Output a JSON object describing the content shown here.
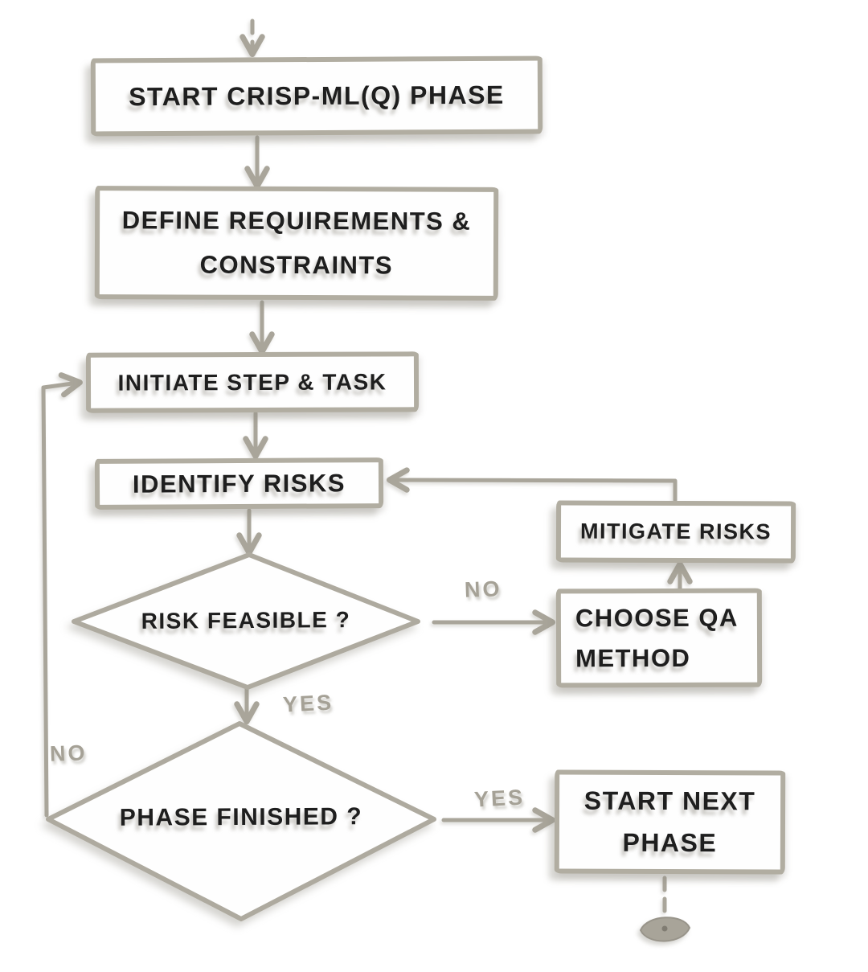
{
  "diagram": {
    "type": "flowchart",
    "topic": "CRISP-ML(Q) phase process",
    "style": "hand-drawn sketch"
  },
  "colors": {
    "background": "#ffffff",
    "line": "#a9a59a",
    "node_border": "#b1ada1",
    "node_fill": "#fefefe",
    "text": "#1e1e1e",
    "edge_label": "#a5a196"
  },
  "nodes": {
    "start_phase": {
      "label": "START CRISP-ML(Q) PHASE",
      "shape": "rect"
    },
    "define_requirements": {
      "label": "DEFINE REQUIREMENTS &\nCONSTRAINTS",
      "shape": "rect"
    },
    "initiate_step_task": {
      "label": "INITIATE STEP & TASK",
      "shape": "rect"
    },
    "identify_risks": {
      "label": "IDENTIFY RISKS",
      "shape": "rect"
    },
    "risk_feasible": {
      "label": "RISK FEASIBLE ?",
      "shape": "diamond"
    },
    "mitigate_risks": {
      "label": "MITIGATE RISKS",
      "shape": "rect"
    },
    "choose_qa_method": {
      "label": "CHOOSE QA\nMETHOD",
      "shape": "rect"
    },
    "phase_finished": {
      "label": "PHASE FINISHED ?",
      "shape": "diamond"
    },
    "start_next_phase": {
      "label": "START NEXT\nPHASE",
      "shape": "rect"
    }
  },
  "edge_labels": {
    "risk_feasible_no": "NO",
    "risk_feasible_yes": "YES",
    "phase_finished_no": "NO",
    "phase_finished_yes": "YES"
  }
}
